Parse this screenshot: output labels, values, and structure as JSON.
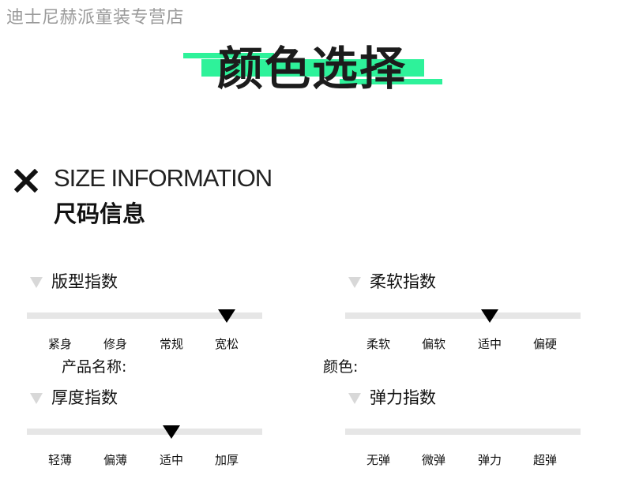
{
  "store_name": "迪士尼赫派童装专营店",
  "main_title": "颜色选择",
  "size_info": {
    "title_en": "SIZE INFORMATION",
    "title_zh": "尺码信息"
  },
  "colors": {
    "accent": "#2ef29a",
    "bar": "#e6e6e6",
    "marker": "#000000"
  },
  "indices": {
    "fit": {
      "label": "版型指数",
      "options": [
        "紧身",
        "修身",
        "常规",
        "宽松"
      ],
      "selected_index": 3
    },
    "soft": {
      "label": "柔软指数",
      "options": [
        "柔软",
        "偏软",
        "适中",
        "偏硬"
      ],
      "selected_index": 2
    },
    "thick": {
      "label": "厚度指数",
      "options": [
        "轻薄",
        "偏薄",
        "适中",
        "加厚"
      ],
      "selected_index": 2
    },
    "elastic": {
      "label": "弹力指数",
      "options": [
        "无弹",
        "微弹",
        "弹力",
        "超弹"
      ],
      "selected_index": null
    }
  },
  "fields": {
    "product_name": "产品名称:",
    "color": "颜色:"
  }
}
